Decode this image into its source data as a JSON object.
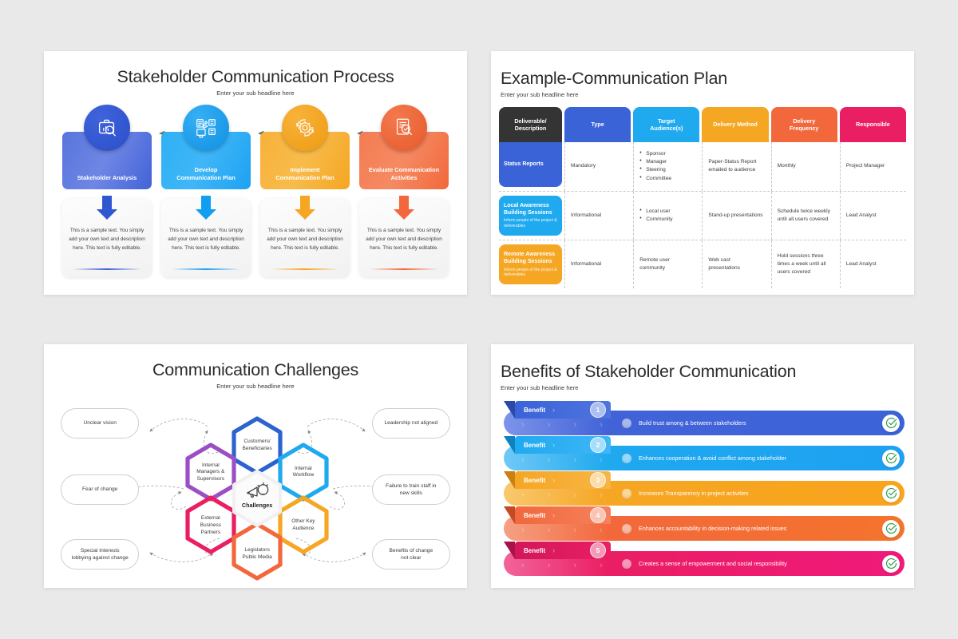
{
  "background_color": "#e9e9ea",
  "slides": [
    {
      "id": "stakeholder-communication-process",
      "title": "Stakeholder Communication Process",
      "subtitle": "Enter your sub headline here",
      "steps": [
        {
          "label": "Stakeholder Analysis",
          "icon": "briefcase-chart-magnifier-icon",
          "color": "#4263d8",
          "color_light": "#6f86e4",
          "description": "This is a sample text. You simply add your own text and description here.  This text is fully editable."
        },
        {
          "label": "Develop\nCommunication Plan",
          "icon": "plan-megaphone-icon",
          "color": "#1da1f2",
          "color_light": "#3fb6f7",
          "description": "This is a sample text. You simply add your own text and description here.  This text is fully editable."
        },
        {
          "label": "Implement\nCommunication Plan",
          "icon": "gear-cycle-icon",
          "color": "#f5a623",
          "color_light": "#f8bb4a",
          "description": "This is a sample text. You simply add your own text and description here.  This text is fully editable."
        },
        {
          "label": "Evaluate Communication\nActivities",
          "icon": "document-check-magnifier-icon",
          "color": "#f2683c",
          "color_light": "#f58a62",
          "description": "This is a sample text. You simply add your own text and description here.  This text is fully editable."
        }
      ]
    },
    {
      "id": "example-communication-plan",
      "title": "Example-Communication Plan",
      "subtitle": "Enter your sub headline here",
      "table": {
        "headers": [
          {
            "label": "Deliverable/\nDescription",
            "color": "#343434"
          },
          {
            "label": "Type",
            "color": "#3b63d8"
          },
          {
            "label": "Target\nAudience(s)",
            "color": "#1fa9ef"
          },
          {
            "label": "Delivery Method",
            "color": "#f5a623"
          },
          {
            "label": "Delivery\nFrequency",
            "color": "#f2683c"
          },
          {
            "label": "Responsible",
            "color": "#ea1e63"
          }
        ],
        "rows": [
          {
            "tag": {
              "main": "Status Reports",
              "sub": "",
              "color": "#3b63d8"
            },
            "type": "Mandatory",
            "audience": [
              "Sponsor",
              "Manager",
              "Steering",
              "Committee"
            ],
            "method": "Paper-Status Report emailed to audience",
            "frequency": "Monthly",
            "responsible": "Project Manager"
          },
          {
            "tag": {
              "main": "Local Awareness Building Sessions",
              "sub": "Inform people of the project & deliverables",
              "color": "#1fa9ef"
            },
            "type": "Informational",
            "audience": [
              "Local user",
              "Community"
            ],
            "method": "Stand-up presentations",
            "frequency": "Schedule twice weekly until all users covered",
            "responsible": "Lead Analyst"
          },
          {
            "tag": {
              "main": "Remote Awareness Building Sessions",
              "sub": "Inform people of the project & deliverables",
              "color": "#f5a623"
            },
            "type": "Informational",
            "audience": [],
            "audience_text": "Remote user community",
            "method": "Web cast presentations",
            "frequency": "Hold sessions three times a week until all users covered",
            "responsible": "Lead Analyst"
          }
        ]
      }
    },
    {
      "id": "communication-challenges",
      "title": "Communication Challenges",
      "subtitle": "Enter your sub headline here",
      "core": {
        "label": "Challenges",
        "icon": "megaphone-idea-icon"
      },
      "hexagons": [
        {
          "label": "Customers/\nBeneficiaries",
          "color": "#2b63cf"
        },
        {
          "label": "Internal\nWorkflow",
          "color": "#1fa9ef"
        },
        {
          "label": "Internal\nManagers &\nSupervisors",
          "color": "#9c4fc4"
        },
        {
          "label": "Other Key\nAudience",
          "color": "#f5a623"
        },
        {
          "label": "External\nBusiness\nPartners",
          "color": "#ea1e63"
        },
        {
          "label": "Legislators\nPublic Media",
          "color": "#f2683c"
        }
      ],
      "pills_left": [
        "Unclear vision",
        "Fear of change",
        "Special Interests\nlobbying against change"
      ],
      "pills_right": [
        "Leadership not aligned",
        "Failure to train staff in\nnew skills",
        "Benefits of change\nnot clear"
      ]
    },
    {
      "id": "benefits-of-stakeholder-communication",
      "title": "Benefits of Stakeholder Communication",
      "subtitle": "Enter your sub headline here",
      "tab_label": "Benefit",
      "check_color": "#2e9e4f",
      "benefits": [
        {
          "number": "1",
          "text": "Build trust among & between stakeholders",
          "color": "#3b63d8",
          "color_light": "#7d94ea"
        },
        {
          "number": "2",
          "text": "Enhances cooperation & avoid conflict among stakeholder",
          "color": "#1fa9ef",
          "color_light": "#6fc9f6"
        },
        {
          "number": "3",
          "text": "Increases Transparency in project activities",
          "color": "#f5a623",
          "color_light": "#f9c870"
        },
        {
          "number": "4",
          "text": "Enhances accountability in decision-making  related issues",
          "color": "#f2683c",
          "color_light": "#f6a084"
        },
        {
          "number": "5",
          "text": "Creates a sense of empowerment and social responsibility",
          "color": "#ea1e63",
          "color_light": "#f2649a"
        }
      ]
    }
  ]
}
